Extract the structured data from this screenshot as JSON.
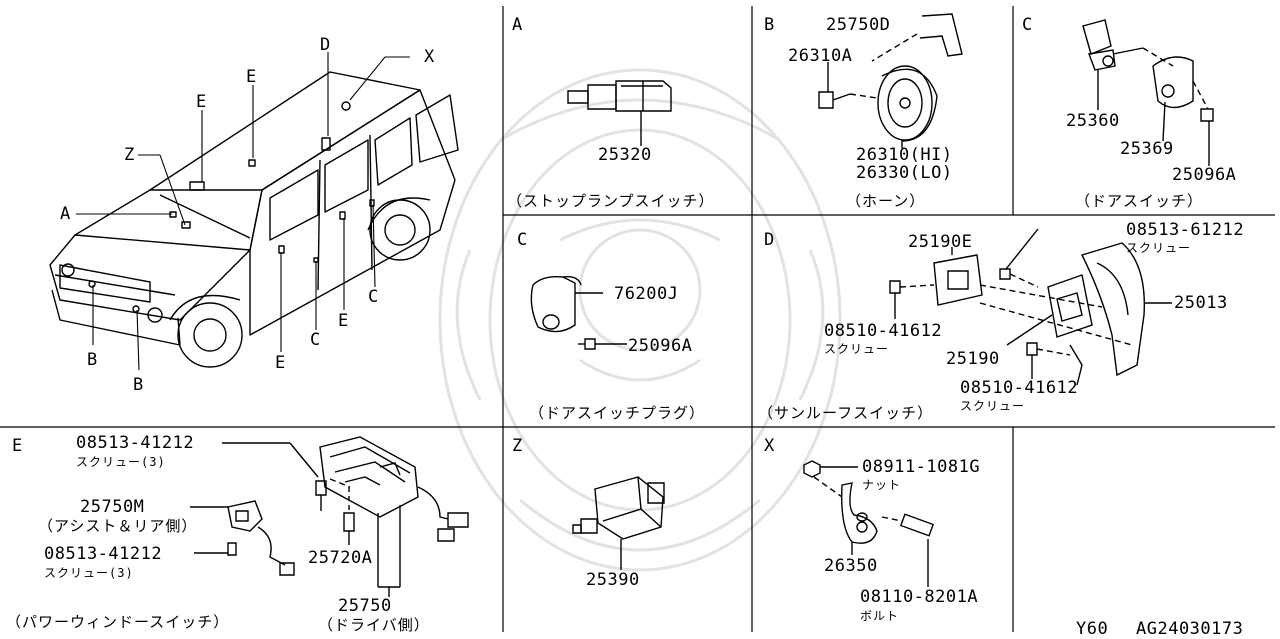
{
  "overview": {
    "labels": {
      "A": "A",
      "B1": "B",
      "B2": "B",
      "C1": "C",
      "C2": "C",
      "D": "D",
      "E1": "E",
      "E2": "E",
      "E3": "E",
      "E4": "E",
      "X": "X",
      "Z": "Z"
    }
  },
  "panel_a": {
    "letter": "A",
    "part": "25320",
    "caption": "（ストップランプスイッチ）"
  },
  "panel_b": {
    "letter": "B",
    "bracket": "25750D",
    "bolt": "26310A",
    "horn_hi": "26310(HI)",
    "horn_lo": "26330(LO)",
    "caption": "（ホーン）"
  },
  "panel_c1": {
    "letter": "C",
    "switch": "25360",
    "cover": "25369",
    "bolt": "25096A",
    "caption": "（ドアスイッチ）"
  },
  "panel_c2": {
    "letter": "C",
    "plug": "76200J",
    "bolt": "25096A",
    "caption": "（ドアスイッチプラグ）"
  },
  "panel_d": {
    "letter": "D",
    "screw_top": "08513-61212",
    "screw_top_sub": "スクリュー",
    "plate": "25190E",
    "bracket": "25013",
    "screw_left": "08510-41612",
    "screw_left_sub": "スクリュー",
    "switch": "25190",
    "screw_bottom": "08510-41612",
    "screw_bottom_sub": "スクリュー",
    "caption": "（サンルーフスイッチ）"
  },
  "panel_e": {
    "letter": "E",
    "screw1": "08513-41212",
    "screw1_sub": "スクリュー(3)",
    "assist": "25750M",
    "assist_sub": "（アシスト＆リア側）",
    "screw2": "08513-41212",
    "screw2_sub": "スクリュー(3)",
    "bulb": "25720A",
    "main": "25750",
    "main_sub": "（ドライバ側）",
    "caption": "（パワーウィンドースイッチ）"
  },
  "panel_z": {
    "letter": "Z",
    "part": "25390"
  },
  "panel_x": {
    "letter": "X",
    "nut": "08911-1081G",
    "nut_sub": "ナット",
    "switch": "26350",
    "bolt": "08110-8201A",
    "bolt_sub": "ボルト"
  },
  "footer": {
    "model": "Y60",
    "code": "AG24030173"
  }
}
